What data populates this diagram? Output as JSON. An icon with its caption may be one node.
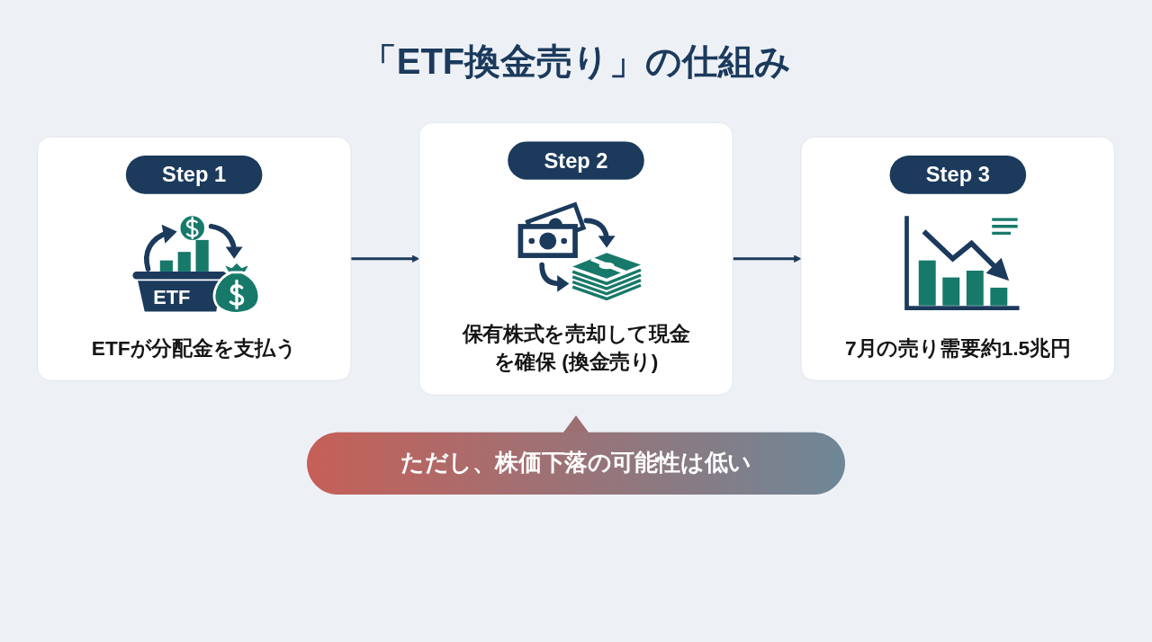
{
  "diagram": {
    "title": "「ETF換金売り」の仕組み",
    "nodes": [
      {
        "text": [
          "Step 1",
          "ETFが分配金を支払う"
        ]
      },
      {
        "text": [
          "Step 2",
          "保有株式を売却して現金を確保 (換金売り)"
        ]
      },
      {
        "text": [
          "Step 3",
          "7月の売り需要約1.5兆円"
        ]
      },
      {
        "text": [
          "ただし、株価下落の可能性は低い"
        ]
      }
    ],
    "edges": [
      {
        "from": 0,
        "to": 1,
        "arrow": "to"
      },
      {
        "from": 1,
        "to": 2,
        "arrow": "to"
      }
    ],
    "labels": [
      "ETF"
    ]
  }
}
